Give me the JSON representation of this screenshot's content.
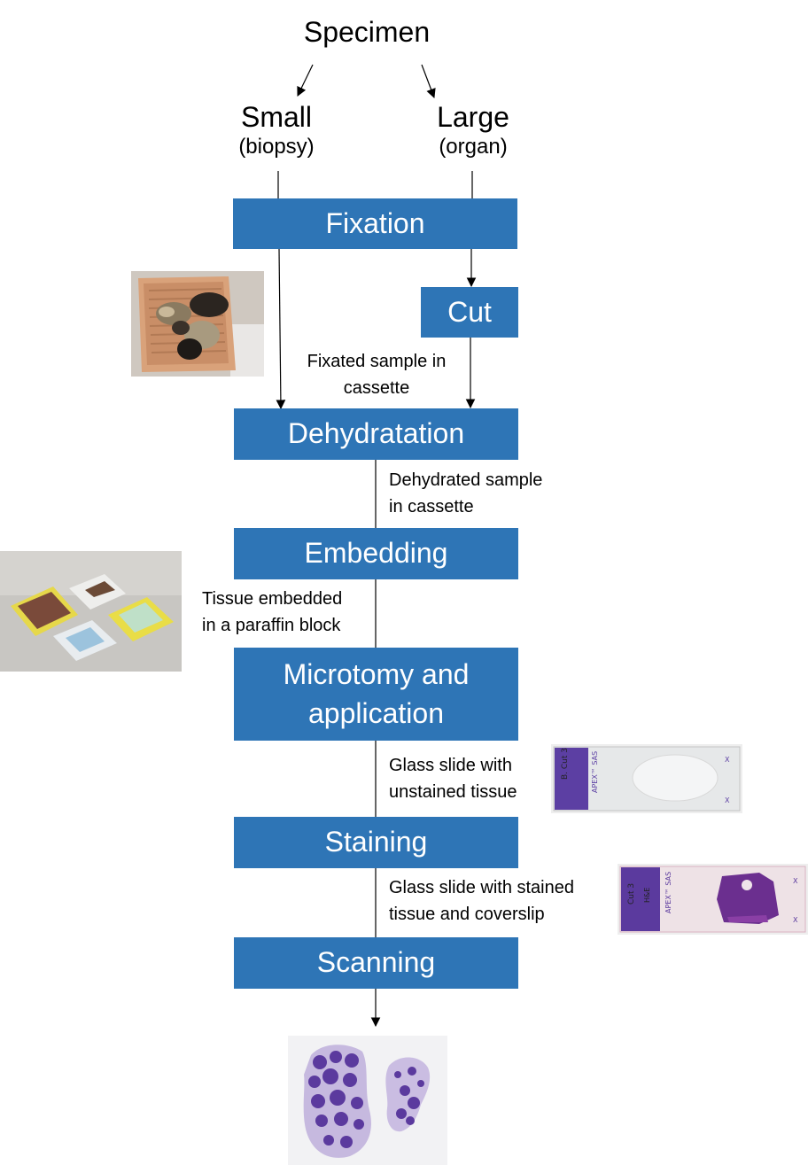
{
  "title": "Specimen",
  "branches": {
    "small": {
      "label": "Small",
      "sub": "(biopsy)"
    },
    "large": {
      "label": "Large",
      "sub": "(organ)"
    }
  },
  "steps": {
    "fixation": "Fixation",
    "cut": "Cut",
    "dehydratation": "Dehydratation",
    "embedding": "Embedding",
    "microtomy_line1": "Microtomy and",
    "microtomy_line2": "application",
    "staining": "Staining",
    "scanning": "Scanning"
  },
  "notes": {
    "fixated_line1": "Fixated sample in",
    "fixated_line2": "cassette",
    "dehydrated_line1": "Dehydrated sample",
    "dehydrated_line2": "in cassette",
    "embedded_line1": "Tissue embedded",
    "embedded_line2": "in a paraffin block",
    "unstained_line1": "Glass slide with",
    "unstained_line2": "unstained tissue",
    "stained_line1": "Glass slide with stained",
    "stained_line2": "tissue and coverslip"
  },
  "images": {
    "cassette": "cassette-photo",
    "paraffin_blocks": "paraffin-blocks-photo",
    "unstained_slide": "unstained-slide-photo",
    "stained_slide": "stained-slide-photo",
    "scan": "whole-slide-scan"
  },
  "slide_labels": {
    "unstained_label": "B. Cut 3",
    "unstained_brand": "APEX™ SAS",
    "stained_label": "Cut 3",
    "stained_stain": "H&E",
    "stained_brand": "APEX™ SAS",
    "mark_x": "X"
  },
  "colors": {
    "box_fill": "#2e75b6",
    "box_text": "#ffffff",
    "line": "#000000"
  }
}
